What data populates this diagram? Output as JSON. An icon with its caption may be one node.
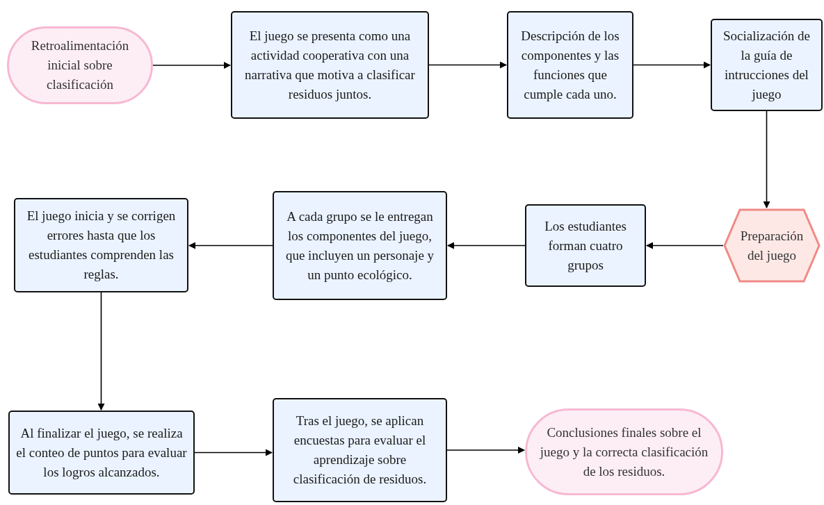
{
  "diagram": {
    "nodes": [
      {
        "text": [
          "Retroalimentación inicial sobre clasificación"
        ]
      },
      {
        "text": [
          "El juego se presenta como una actividad cooperativa con una narrativa que motiva a clasificar residuos juntos."
        ]
      },
      {
        "text": [
          "Descripción de los componentes y las funciones que cumple cada uno."
        ]
      },
      {
        "text": [
          "Socialización de la guía de intrucciones del juego"
        ]
      },
      {
        "text": [
          "Preparación del juego"
        ]
      },
      {
        "text": [
          "Los estudiantes forman cuatro grupos"
        ]
      },
      {
        "text": [
          "A cada grupo se le entregan los componentes del juego, que incluyen un personaje y un punto ecológico."
        ]
      },
      {
        "text": [
          "El juego inicia y se corrigen errores hasta que los estudiantes comprenden las reglas."
        ]
      },
      {
        "text": [
          "Al finalizar el juego, se realiza el conteo de puntos para evaluar los logros alcanzados."
        ]
      },
      {
        "text": [
          "Tras el juego, se aplican encuestas para evaluar el aprendizaje sobre clasificación de residuos."
        ]
      },
      {
        "text": [
          "Conclusiones finales sobre el juego y la correcta clasificación de los residuos."
        ]
      }
    ],
    "edges": [
      {
        "from": 0,
        "to": 1,
        "arrow": "to"
      },
      {
        "from": 1,
        "to": 2,
        "arrow": "to"
      },
      {
        "from": 2,
        "to": 3,
        "arrow": "to"
      },
      {
        "from": 3,
        "to": 4,
        "arrow": "to"
      },
      {
        "from": 4,
        "to": 5,
        "arrow": "to"
      },
      {
        "from": 5,
        "to": 6,
        "arrow": "to"
      },
      {
        "from": 6,
        "to": 7,
        "arrow": "to"
      },
      {
        "from": 7,
        "to": 8,
        "arrow": "to"
      },
      {
        "from": 8,
        "to": 9,
        "arrow": "to"
      },
      {
        "from": 9,
        "to": 10,
        "arrow": "to"
      }
    ]
  }
}
